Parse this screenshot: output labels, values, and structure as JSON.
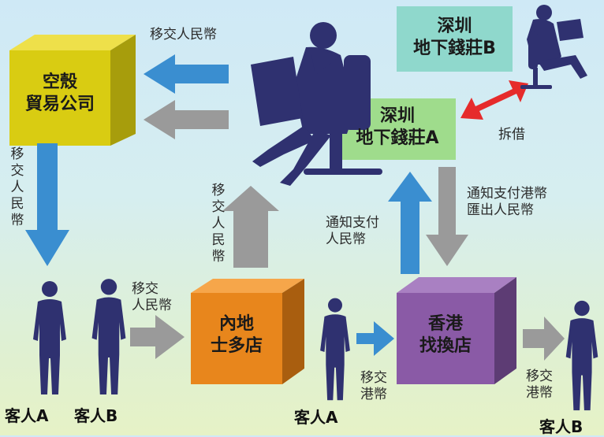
{
  "boxes": {
    "shell_company": "空殼\n貿易公司",
    "mainland_store": "內地\n士多店",
    "hk_exchange": "香港\n找換店",
    "underground_bank_a": "深圳\n地下錢莊A",
    "underground_bank_b": "深圳\n地下錢莊B"
  },
  "labels": {
    "transfer_rmb_top": "移交人民幣",
    "transfer_rmb_left": "移交人民幣",
    "transfer_rmb_to_store": "移交\n人民幣",
    "transfer_rmb_up": "移交人民幣",
    "notify_pay_rmb": "通知支付\n人民幣",
    "notify_pay_hkd": "通知支付港幣\n匯出人民幣",
    "lend_borrow": "拆借",
    "transfer_hkd_a": "移交\n港幣",
    "transfer_hkd_b": "移交\n港幣"
  },
  "people": {
    "customer_a_left": "客人A",
    "customer_b_left": "客人B",
    "customer_a_mid": "客人A",
    "customer_b_right": "客人B"
  },
  "colors": {
    "blue_arrow": "#3a8ed0",
    "gray_arrow": "#9a9a9a",
    "red_arrow": "#e62b2b",
    "silhouette": "#2f3170",
    "yellow_box": "#d9cc12",
    "orange_box": "#e8861c",
    "purple_box": "#8a5aa6",
    "green_box": "#9fdc8c",
    "teal_box": "#8fd8cc"
  }
}
